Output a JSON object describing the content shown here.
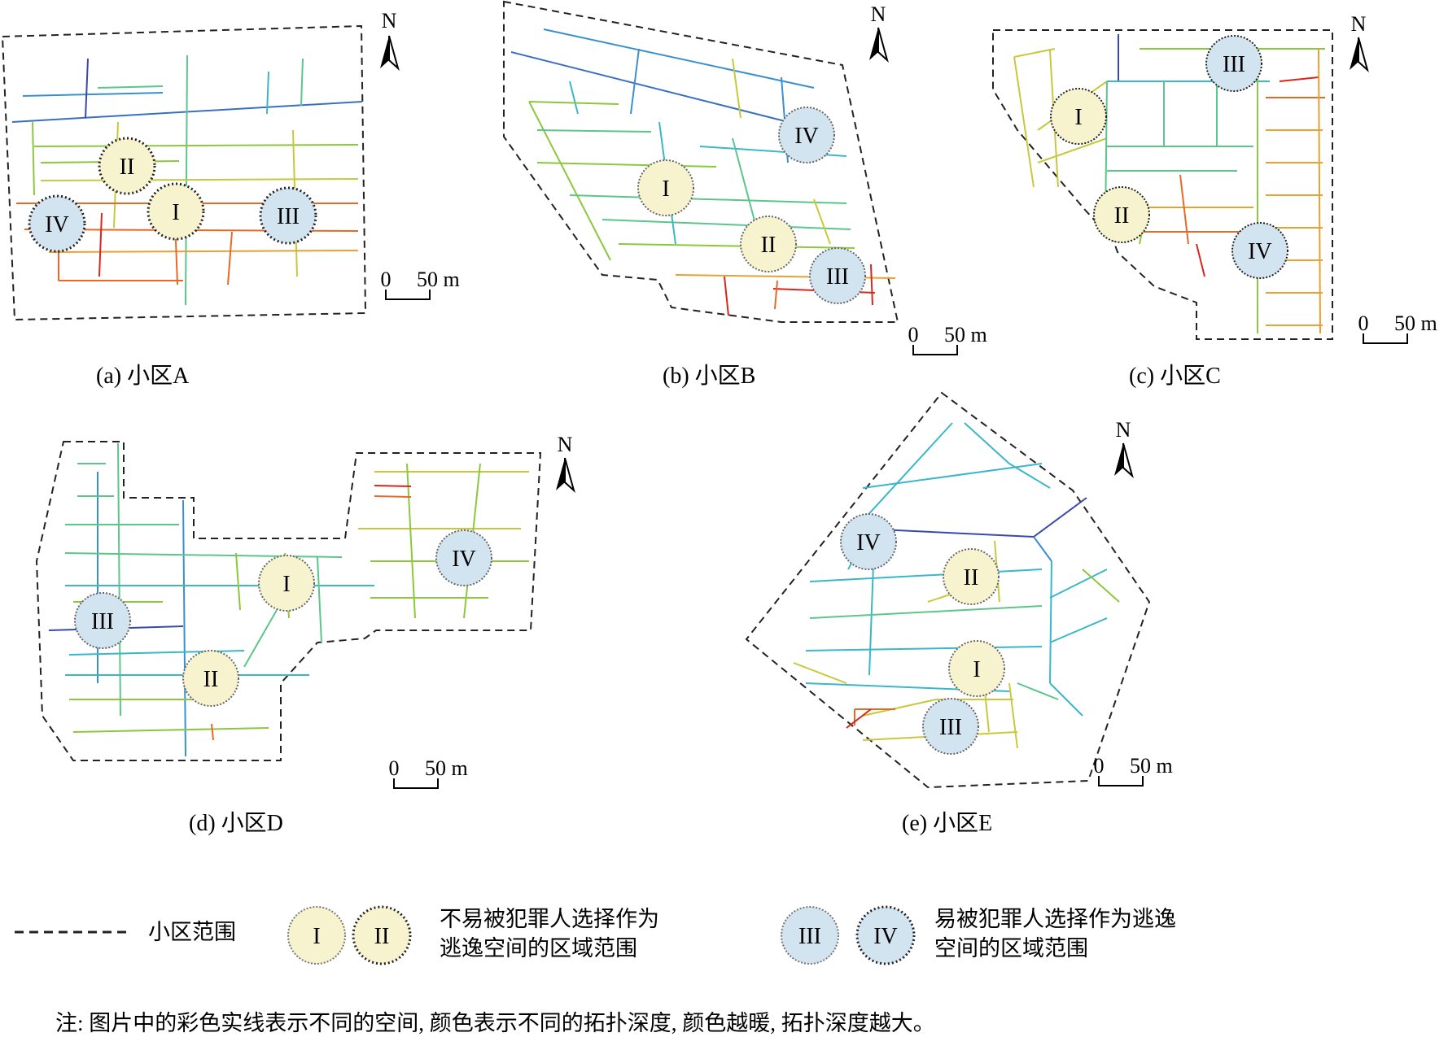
{
  "north_label": "N",
  "scale": {
    "zero": "0",
    "value": "50 m"
  },
  "roman": {
    "I": "I",
    "II": "II",
    "III": "III",
    "IV": "IV"
  },
  "panels": [
    {
      "id": "a",
      "caption": "(a) 小区A"
    },
    {
      "id": "b",
      "caption": "(b) 小区B"
    },
    {
      "id": "c",
      "caption": "(c) 小区C"
    },
    {
      "id": "d",
      "caption": "(d) 小区D"
    },
    {
      "id": "e",
      "caption": "(e) 小区E"
    }
  ],
  "legend": {
    "boundary_label": "小区范围",
    "safe_text_line1": "不易被犯罪人选择作为",
    "safe_text_line2": "逃逸空间的区域范围",
    "escape_text_line1": "易被犯罪人选择作为逃逸",
    "escape_text_line2": "空间的区域范围"
  },
  "note": "注: 图片中的彩色实线表示不同的空间, 颜色表示不同的拓扑深度, 颜色越暖, 拓扑深度越大。",
  "colors": {
    "safe_fill": "#f7f3cf",
    "escape_fill": "#d3e4f1",
    "depth_scale": [
      "#3949ab",
      "#3a8fd0",
      "#3ab7c8",
      "#5cc58a",
      "#8cc83c",
      "#c8c83a",
      "#e8a030",
      "#e56a2a",
      "#d9261c"
    ]
  }
}
